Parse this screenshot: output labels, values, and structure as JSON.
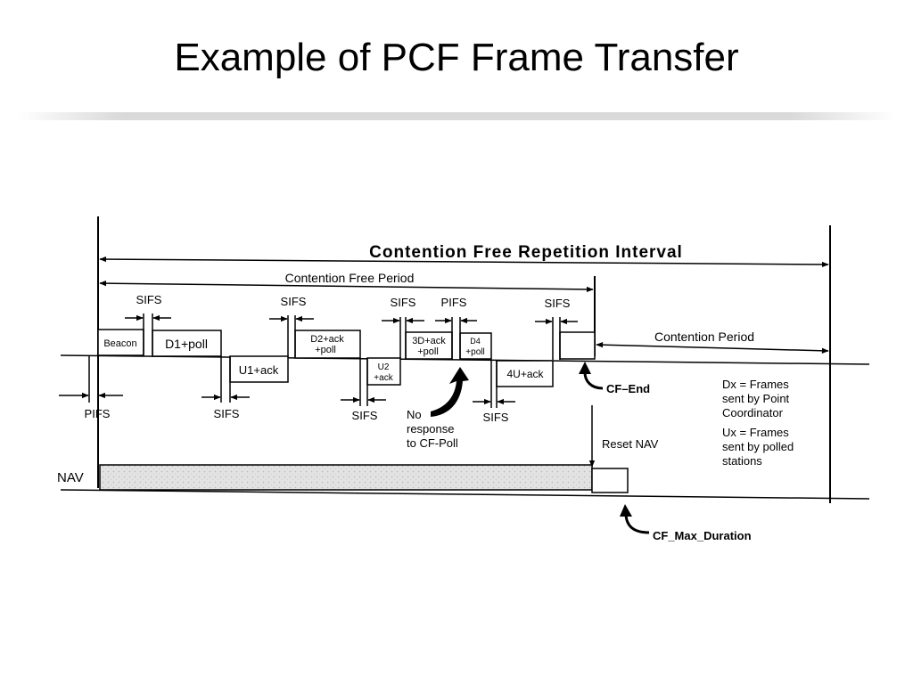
{
  "slide": {
    "title": "Example of PCF Frame Transfer"
  },
  "diagram": {
    "cfri_label": "Contention Free Repetition Interval",
    "cfp_label": "Contention Free Period",
    "cp_label": "Contention Period",
    "frames": {
      "beacon": "Beacon",
      "d1": "D1+poll",
      "u1": "U1+ack",
      "d2_line1": "D2+ack",
      "d2_line2": "+poll",
      "u2_line1": "U2",
      "u2_line2": "+ack",
      "d3_line1": "3D+ack",
      "d3_line2": "+poll",
      "d4_line1": "D4",
      "d4_line2": "+poll",
      "u4": "4U+ack"
    },
    "gaps": {
      "sifs": "SIFS",
      "pifs": "PIFS"
    },
    "annotations": {
      "no_response_1": "No",
      "no_response_2": "response",
      "no_response_3": "to CF-Poll",
      "cf_end": "CF–End",
      "reset_nav": "Reset NAV",
      "cf_max_duration": "CF_Max_Duration",
      "nav": "NAV"
    },
    "legend": {
      "dx_1": "Dx = Frames",
      "dx_2": "sent by Point",
      "dx_3": "Coordinator",
      "ux_1": "Ux = Frames",
      "ux_2": "sent by polled",
      "ux_3": "stations"
    }
  }
}
